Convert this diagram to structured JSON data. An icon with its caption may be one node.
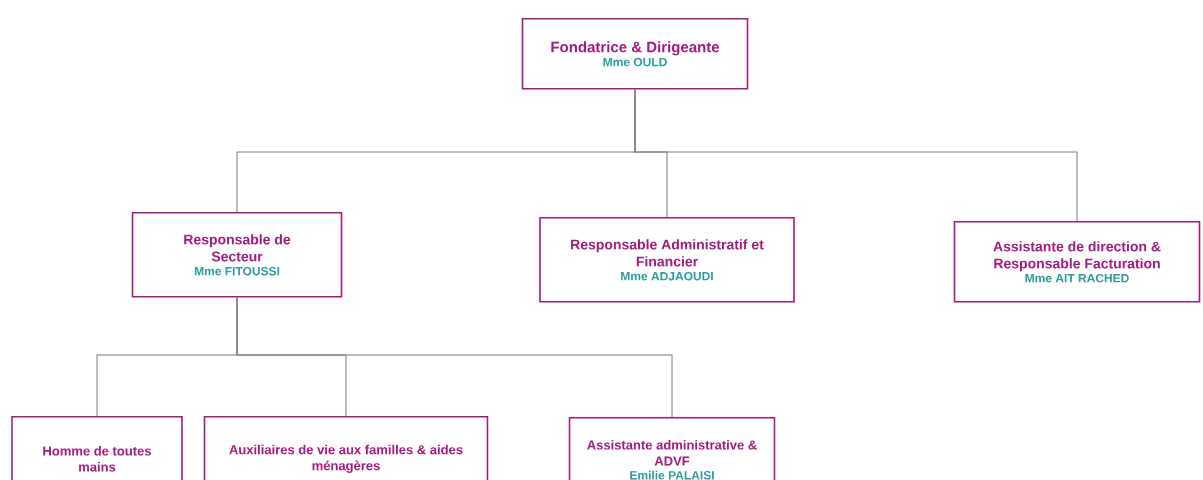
{
  "diagram": {
    "nodes": [
      {
        "text": [
          "Fondatrice & Dirigeante",
          "Mme OULD"
        ]
      },
      {
        "text": [
          "Responsable de Secteur",
          "Mme FITOUSSI"
        ]
      },
      {
        "text": [
          "Responsable Administratif et Financier",
          "Mme ADJAOUDI"
        ]
      },
      {
        "text": [
          "Assistante de direction & Responsable Facturation",
          "Mme AIT RACHED"
        ]
      },
      {
        "text": [
          "Homme de toutes mains"
        ]
      },
      {
        "text": [
          "Auxiliaires de vie aux familles & aides ménagères"
        ]
      },
      {
        "text": [
          "Assistante administrative & ADVF",
          "Emilie PALAISI"
        ]
      }
    ],
    "edges": [
      {
        "from": 0,
        "to": 1,
        "arrow": "none"
      },
      {
        "from": 0,
        "to": 2,
        "arrow": "none"
      },
      {
        "from": 0,
        "to": 3,
        "arrow": "none"
      },
      {
        "from": 1,
        "to": 4,
        "arrow": "none"
      },
      {
        "from": 1,
        "to": 5,
        "arrow": "none"
      },
      {
        "from": 1,
        "to": 6,
        "arrow": "none"
      }
    ]
  }
}
